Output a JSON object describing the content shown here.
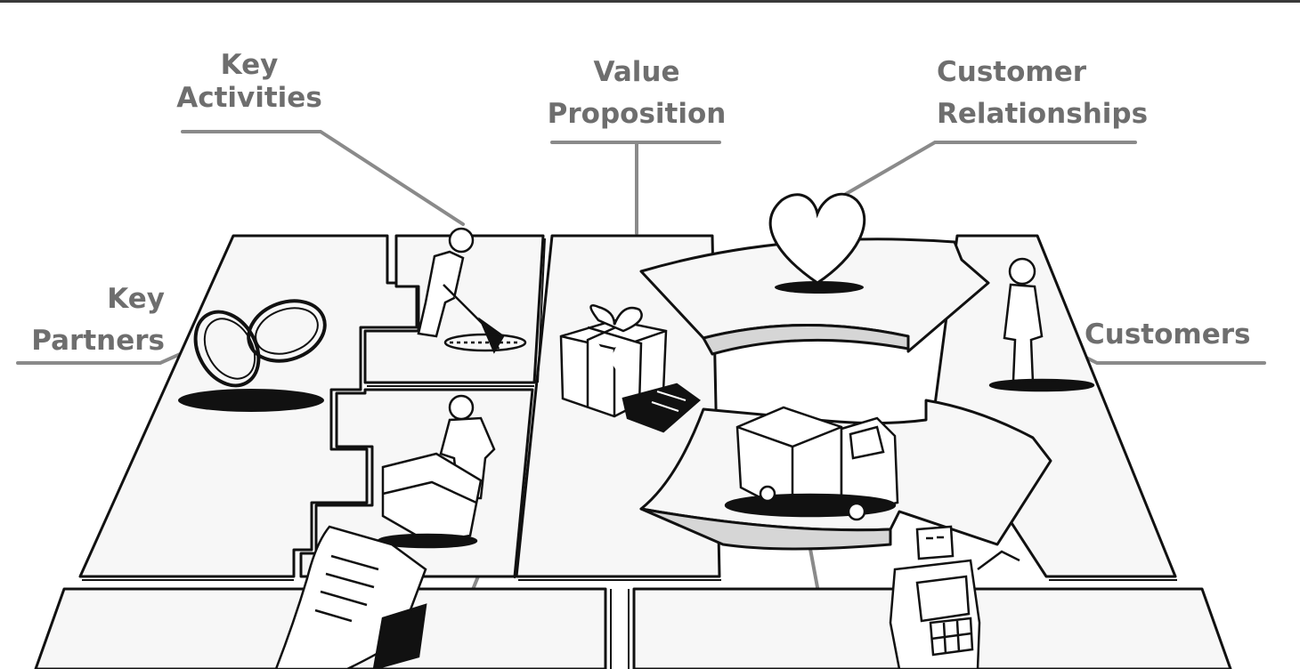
{
  "labels": {
    "key_activities": [
      "Key",
      "Activities"
    ],
    "value_proposition": [
      "Value",
      "Proposition"
    ],
    "customer_relationships": [
      "Customer",
      "Relationships"
    ],
    "key_partners": [
      "Key",
      "Partners"
    ],
    "customers": "Customers"
  },
  "colors": {
    "label_text": "#6e6e6e",
    "line": "#8a8a8a",
    "ink": "#111111",
    "board": "#f7f7f7",
    "shade": "#d6d6d6"
  },
  "icons": [
    "rings-icon",
    "worker-digging-icon",
    "worker-machine-icon",
    "contract-icon",
    "gift-icon",
    "heart-icon",
    "truck-icon",
    "customer-person-icon",
    "cash-register-icon"
  ]
}
